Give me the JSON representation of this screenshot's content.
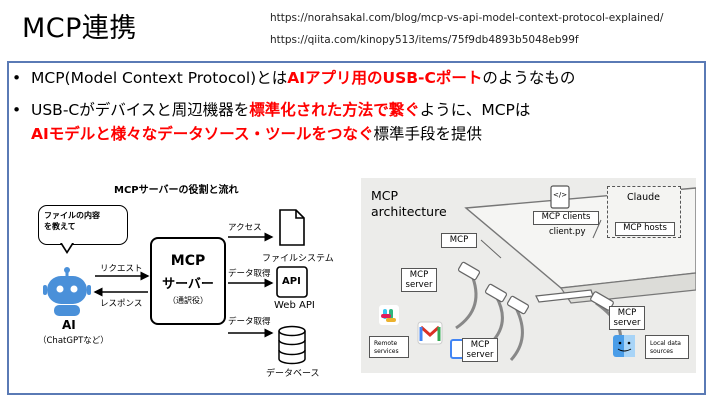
{
  "header": {
    "title": "MCP連携",
    "urls": [
      "https://norahsakal.com/blog/mcp-vs-api-model-context-protocol-explained/",
      "https://qiita.com/kinopy513/items/75f9db4893b5048eb99f"
    ]
  },
  "bullets": [
    {
      "marker": "•",
      "parts": [
        "MCP(Model Context Protocol)とは",
        "AIアプリ用のUSB-Cポート",
        "のようなもの"
      ]
    },
    {
      "marker": "•",
      "parts": [
        "USB-Cがデバイスと周辺機器を",
        "標準化された方法で繋ぐ",
        "ように、MCPは"
      ],
      "line2": [
        "AIモデルと様々なデータソース・ツールをつなぐ",
        "標準手段を提供"
      ]
    }
  ],
  "left_diagram": {
    "title": "MCPサーバーの役割と流れ",
    "bubble": [
      "ファイルの内容",
      "を教えて"
    ],
    "ai_label": "AI",
    "ai_sub": "（ChatGPTなど）",
    "request": "リクエスト",
    "response": "レスポンス",
    "server": [
      "MCP",
      "サーバー",
      "（通訳役）"
    ],
    "actions": [
      "アクセス",
      "データ取得",
      "データ取得"
    ],
    "resources": [
      "ファイルシステム",
      "Web API",
      "データベース"
    ],
    "api_icon_text": "API"
  },
  "right_diagram": {
    "title": [
      "MCP",
      "architecture"
    ],
    "mcp_label": "MCP",
    "clients_label": "MCP clients",
    "client_file": "client.py",
    "claude_label": "Claude",
    "hosts_label": "MCP hosts",
    "server_labels": [
      "MCP server",
      "MCP server",
      "MCP server"
    ],
    "remote_label": [
      "Remote",
      "services"
    ],
    "local_label": [
      "Local data",
      "sources"
    ],
    "code_icon_text": "</>"
  },
  "colors": {
    "highlight": "#ff0000",
    "frame": "#5a7ab5",
    "robot": "#4a90d9"
  }
}
